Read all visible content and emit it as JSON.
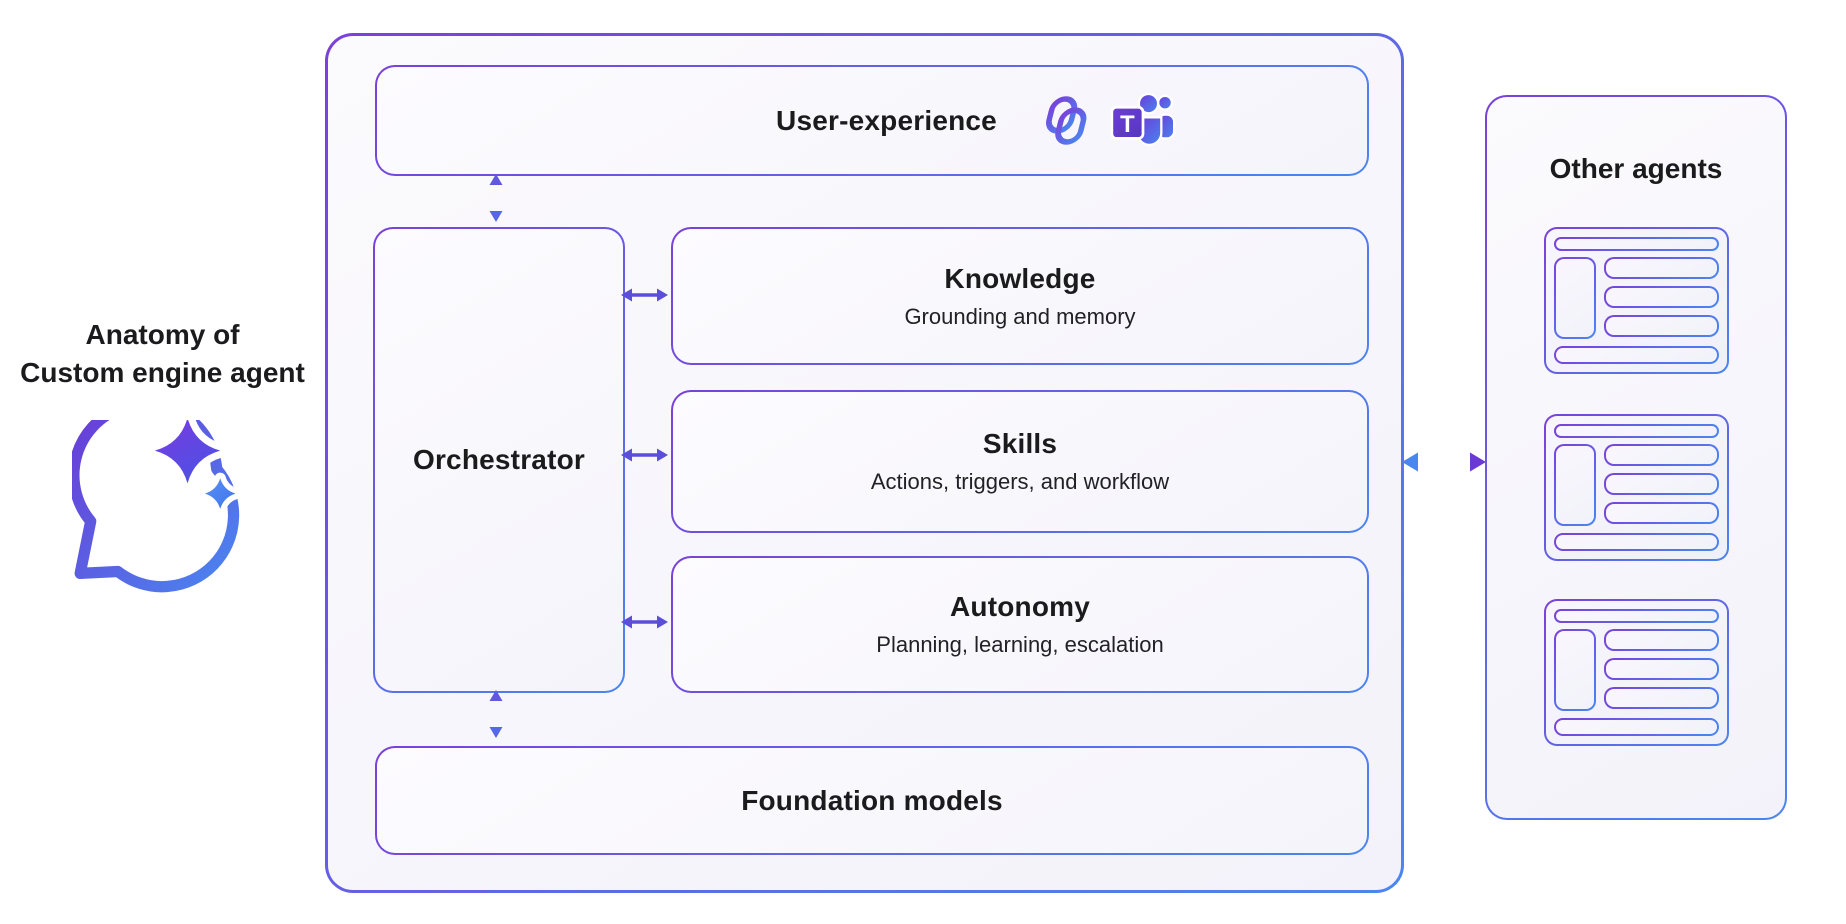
{
  "anatomy_label": {
    "line1": "Anatomy of",
    "line2": "Custom engine agent",
    "icon": "chat-sparkle-icon"
  },
  "main": {
    "user_experience": {
      "label": "User-experience",
      "icons": [
        "copilot-icon",
        "teams-icon"
      ]
    },
    "orchestrator": {
      "label": "Orchestrator"
    },
    "capabilities": [
      {
        "title": "Knowledge",
        "subtitle": "Grounding and memory"
      },
      {
        "title": "Skills",
        "subtitle": "Actions, triggers, and workflow"
      },
      {
        "title": "Autonomy",
        "subtitle": "Planning, learning, escalation"
      }
    ],
    "foundation_models": {
      "label": "Foundation models"
    }
  },
  "other_agents": {
    "title": "Other agents",
    "card_count": 3
  },
  "connections": {
    "ux_orchestrator": "bidirectional-arrow",
    "orchestrator_foundation": "bidirectional-arrow",
    "orchestrator_capabilities": "bidirectional-arrow",
    "frame_other_agents": "dotted-bidirectional-arrow"
  },
  "colors": {
    "purple": "#7A41D9",
    "blue": "#4A86F0",
    "arrow": "#5B52DC",
    "dotted_arrow_left_head": "#4A86F0",
    "dotted_arrow_right_head": "#6B3AD6",
    "text": "#1B1B1D"
  }
}
